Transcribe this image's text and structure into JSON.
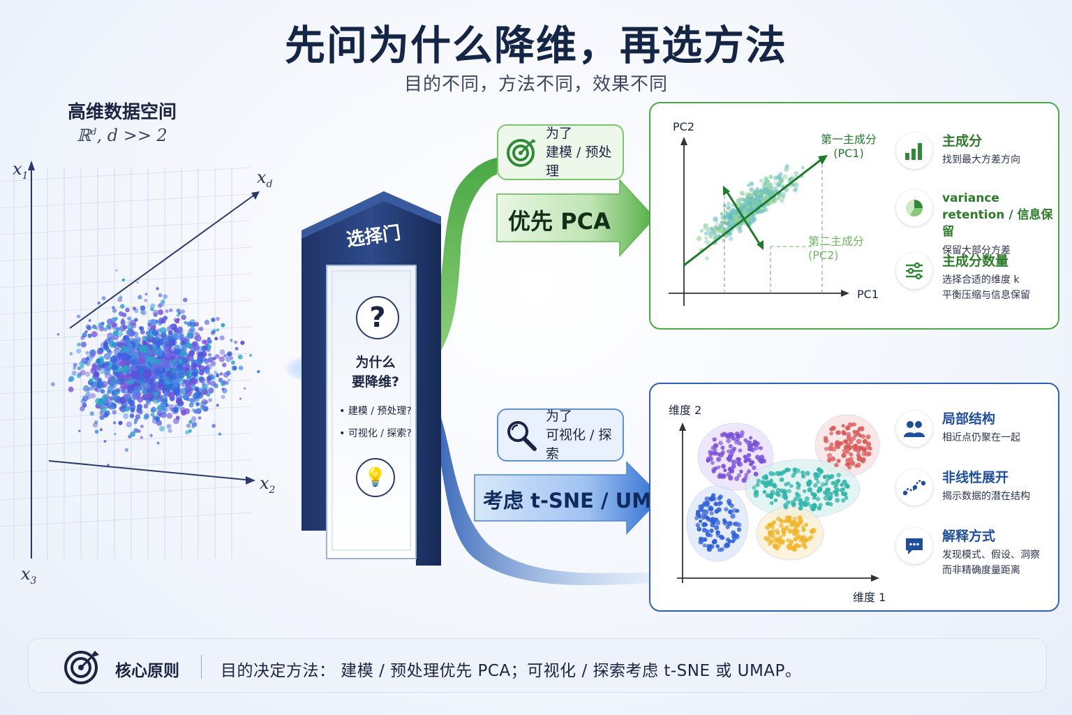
{
  "title": "先问为什么降维，再选方法",
  "subtitle": "目的不同，方法不同，效果不同",
  "high_dim": {
    "title": "高维数据空间",
    "formula_base": "ℝ",
    "formula_sup": "d",
    "formula_rest": ", d >> 2",
    "axes": [
      {
        "var": "x",
        "sub": "1"
      },
      {
        "var": "x",
        "sub": "d"
      },
      {
        "var": "x",
        "sub": "2"
      },
      {
        "var": "x",
        "sub": "3"
      }
    ]
  },
  "gate": {
    "title": "选择门",
    "question_mark": "?",
    "why_line1": "为什么",
    "why_line2": "要降维?",
    "options": [
      "• 建模 / 预处理?",
      "• 可视化 / 探索?"
    ],
    "bulb_icon": "lightbulb-icon"
  },
  "pca_branch": {
    "purpose_line1": "为了",
    "purpose_line2": "建模 / 预处理",
    "purpose_icon": "target-icon",
    "arrow_label": "优先 PCA",
    "chart": {
      "ylabel": "PC2",
      "xlabel": "PC1",
      "pc1_label_line1": "第一主成分",
      "pc1_label_line2": "(PC1)",
      "pc2_label_line1": "第二主成分",
      "pc2_label_line2": "(PC2)"
    },
    "features": [
      {
        "title": "主成分",
        "desc": [
          "找到最大方差方向"
        ],
        "icon": "bar-chart-icon"
      },
      {
        "title": "variance retention / 信息保留",
        "desc": [
          "保留大部分方差"
        ],
        "icon": "pie-chart-icon"
      },
      {
        "title": "主成分数量",
        "desc": [
          "选择合适的维度 k",
          "平衡压缩与信息保留"
        ],
        "icon": "sliders-icon"
      }
    ],
    "color": "#4aa845"
  },
  "tsne_branch": {
    "purpose_line1": "为了",
    "purpose_line2": "可视化 / 探索",
    "purpose_icon": "magnifier-icon",
    "arrow_label": "考虑 t-SNE / UMAP",
    "chart": {
      "ylabel": "维度 2",
      "xlabel": "维度 1"
    },
    "features": [
      {
        "title": "局部结构",
        "desc": [
          "相近点仍聚在一起"
        ],
        "icon": "users-icon"
      },
      {
        "title": "非线性展开",
        "desc": [
          "揭示数据的潜在结构"
        ],
        "icon": "curve-icon"
      },
      {
        "title": "解释方式",
        "desc": [
          "发现模式、假设、洞察",
          "而非精确度量距离"
        ],
        "icon": "chat-icon"
      }
    ],
    "color": "#2e5fb3"
  },
  "principle": {
    "label": "核心原则",
    "text": "目的决定方法：  建模 / 预处理优先 PCA；可视化 / 探索考虑 t-SNE 或 UMAP。",
    "icon": "target-icon"
  }
}
